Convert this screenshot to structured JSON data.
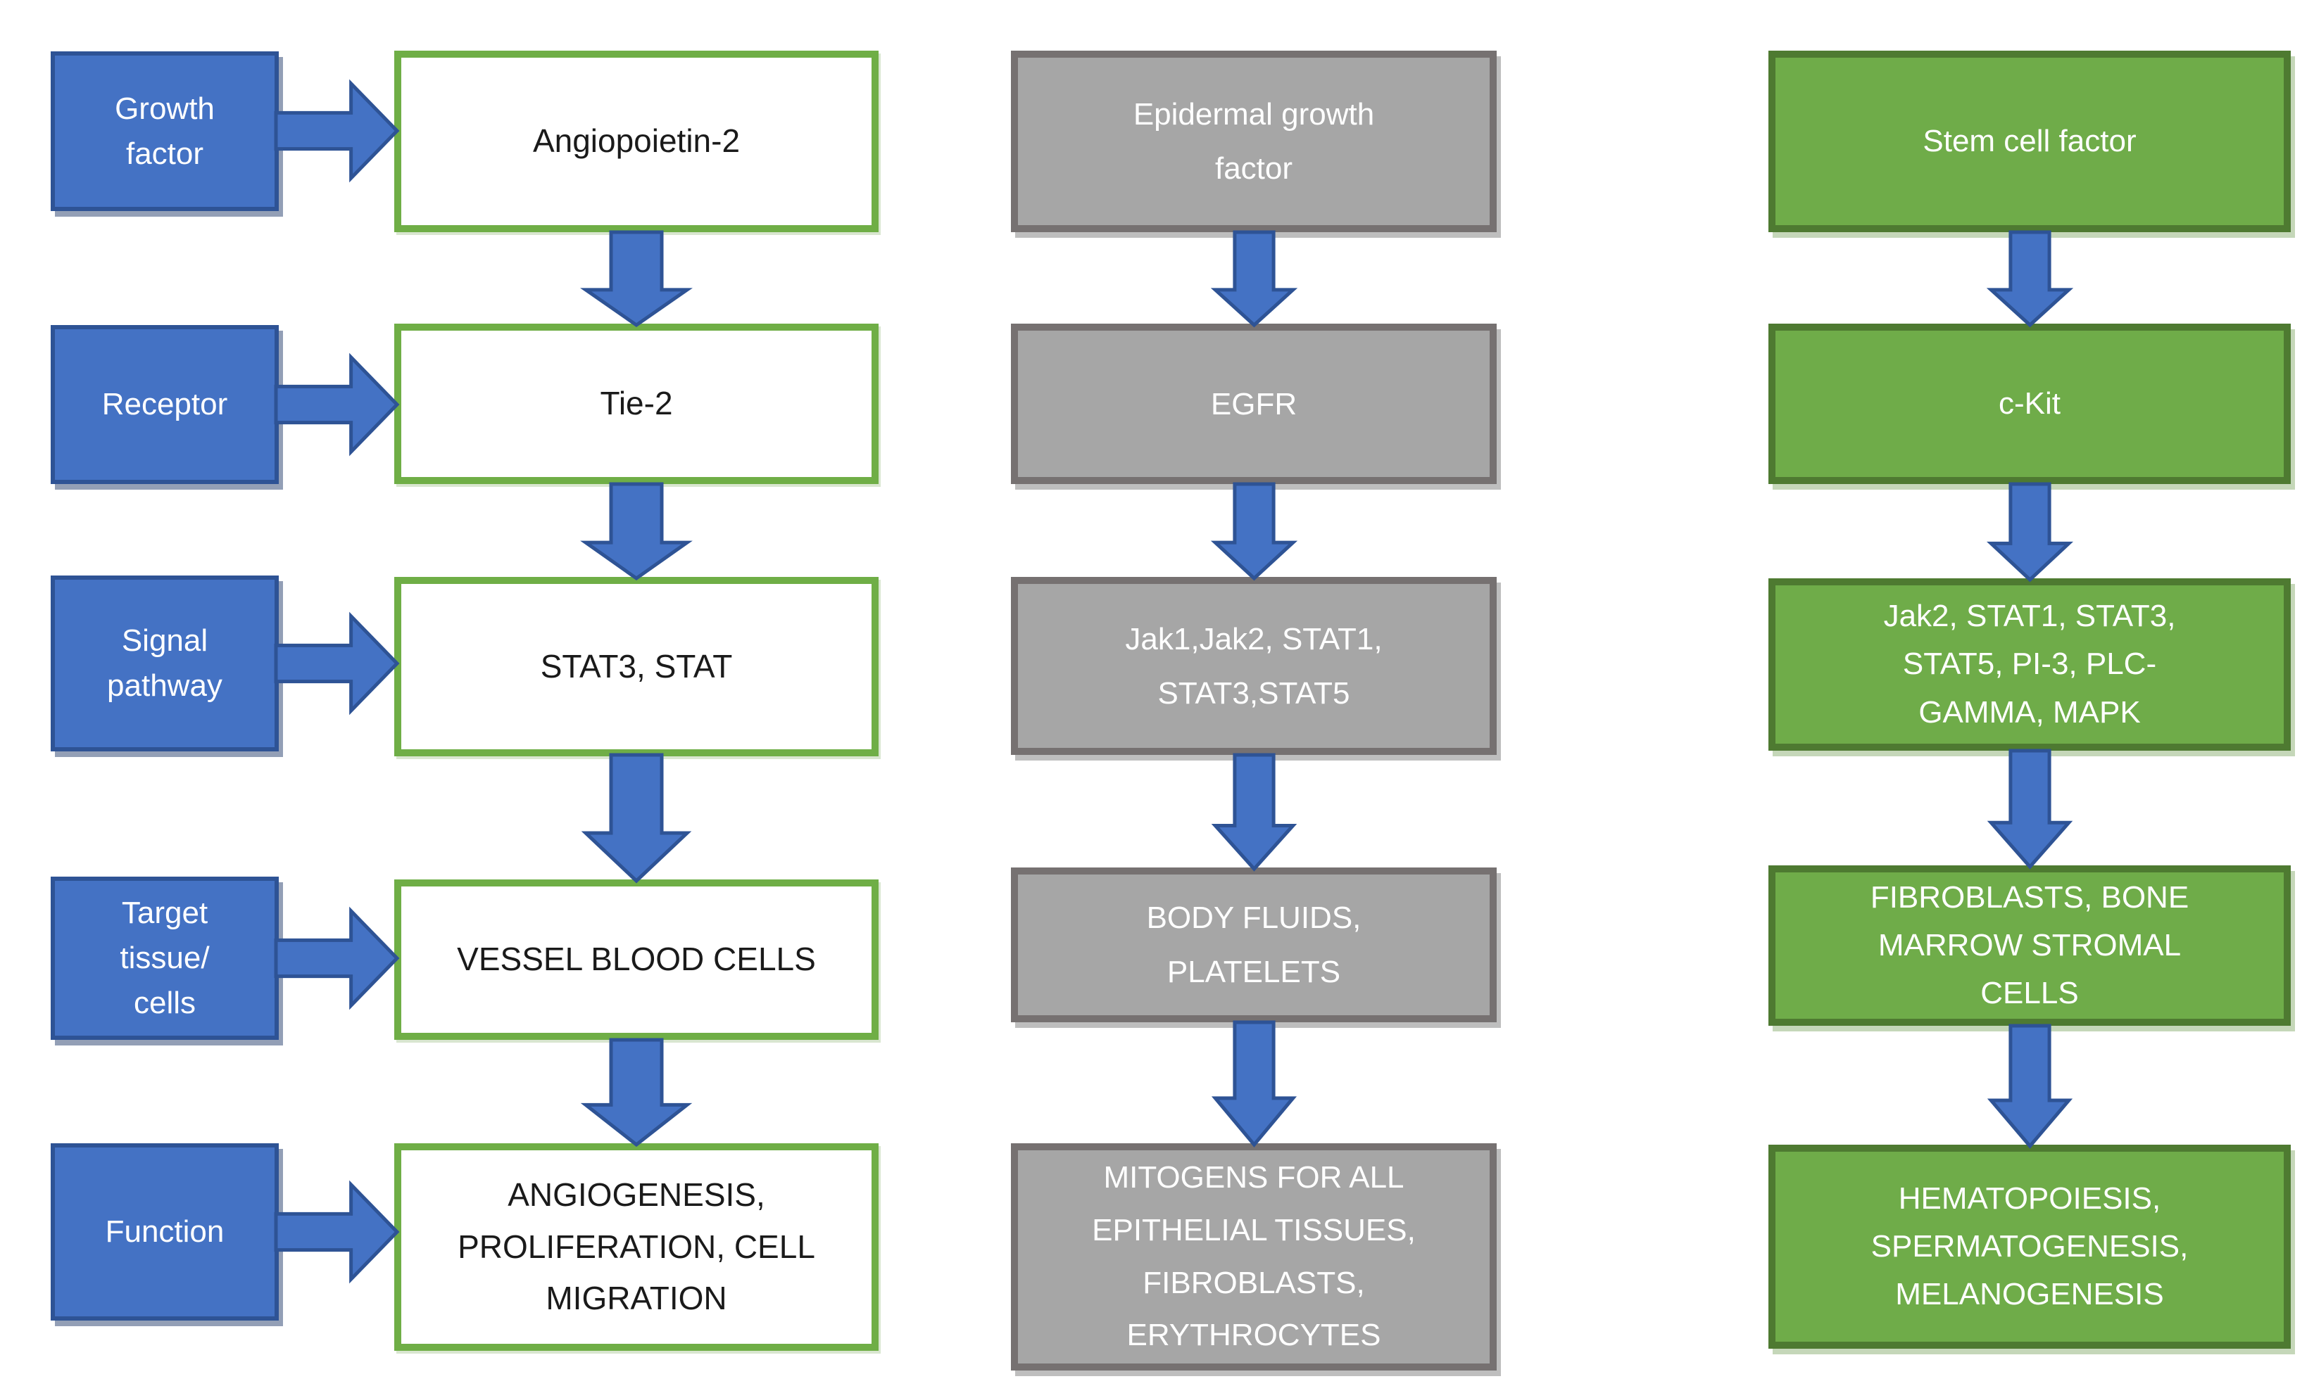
{
  "diagram": {
    "background": "#FFFFFF",
    "row_labels": [
      "Growth\nfactor",
      "Receptor",
      "Signal\npathway",
      "Target\ntissue/\ncells",
      "Function"
    ],
    "columns": [
      {
        "id": "angiopoietin-2-pathway",
        "boxes": [
          "Angiopoietin-2",
          "Tie-2",
          "STAT3, STAT",
          "VESSEL BLOOD CELLS",
          "ANGIOGENESIS,\nPROLIFERATION, CELL\nMIGRATION"
        ]
      },
      {
        "id": "epidermal-growth-factor-pathway",
        "boxes": [
          "Epidermal growth\nfactor",
          "EGFR",
          "Jak1,Jak2, STAT1,\nSTAT3,STAT5",
          "BODY FLUIDS,\nPLATELETS",
          "MITOGENS FOR ALL\nEPITHELIAL TISSUES,\nFIBROBLASTS,\nERYTHROCYTES"
        ]
      },
      {
        "id": "stem-cell-factor-pathway",
        "boxes": [
          "Stem cell factor",
          "c-Kit",
          "Jak2, STAT1, STAT3,\nSTAT5, PI-3, PLC-\nGAMMA, MAPK",
          "FIBROBLASTS, BONE\nMARROW STROMAL\nCELLS",
          "HEMATOPOIESIS,\nSPERMATOGENESIS,\nMELANOGENESIS"
        ]
      }
    ],
    "colors": {
      "blue_fill": "#4472C4",
      "blue_border": "#2E5395",
      "green_fill": "#6FAC49",
      "green_border": "#4E7A31",
      "gray_fill": "#A6A6A6",
      "gray_border": "#767171",
      "white_box_border": "#6FAE46",
      "box_text_dark": "#1A1A1A",
      "box_text_light": "#FFFFFF",
      "background": "#FFFFFF"
    }
  }
}
